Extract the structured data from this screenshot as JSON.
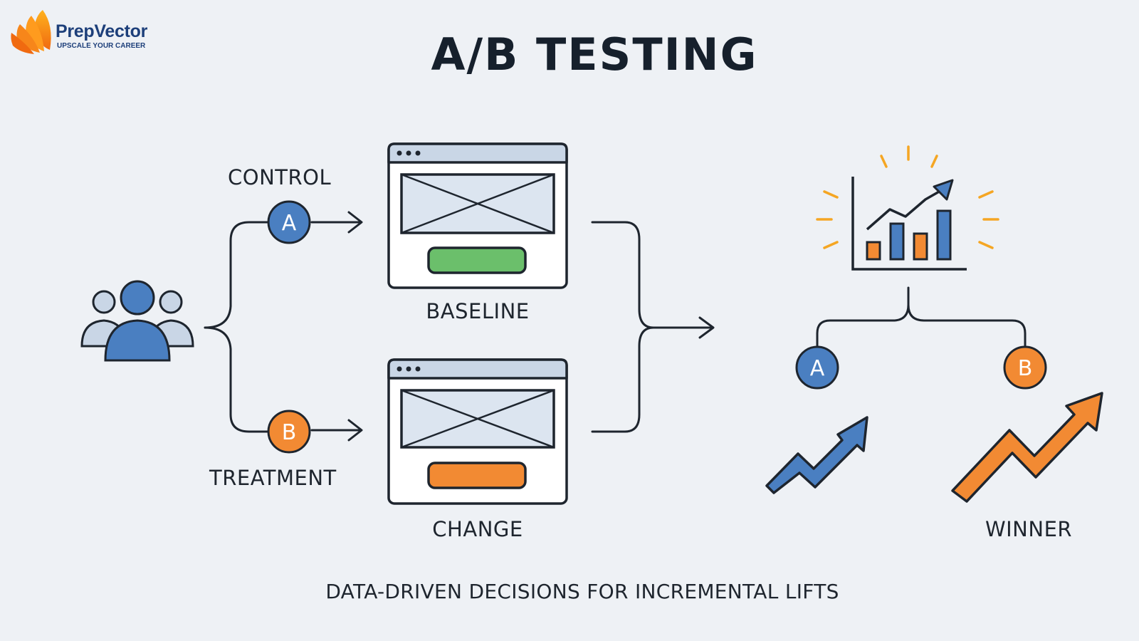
{
  "brand": {
    "name": "PrepVector",
    "tagline": "UPSCALE YOUR CAREER"
  },
  "title": "A/B TESTING",
  "groups": {
    "control": {
      "label": "CONTROL",
      "badge": "A"
    },
    "treatment": {
      "label": "TREATMENT",
      "badge": "B"
    }
  },
  "variants": {
    "baseline": {
      "label": "BASELINE"
    },
    "change": {
      "label": "CHANGE"
    }
  },
  "results": {
    "a_badge": "A",
    "b_badge": "B",
    "winner_label": "WINNER"
  },
  "footer": {
    "tagline": "DATA-DRIVEN DECISIONS FOR INCREMENTAL LIFTS"
  },
  "icons": {
    "users": "users-group-icon",
    "browser": "browser-wireframe-icon",
    "chart": "bar-chart-trend-icon",
    "trend": "trend-up-arrow-icon"
  },
  "colors": {
    "control_blue": "#4A7FC1",
    "treatment_orange": "#F28A33",
    "cta_green": "#6BBF6B",
    "ink": "#1E252E",
    "background": "#EEF1F5",
    "window_bar": "#C9D6E6",
    "placeholder": "#DCE5F0"
  }
}
